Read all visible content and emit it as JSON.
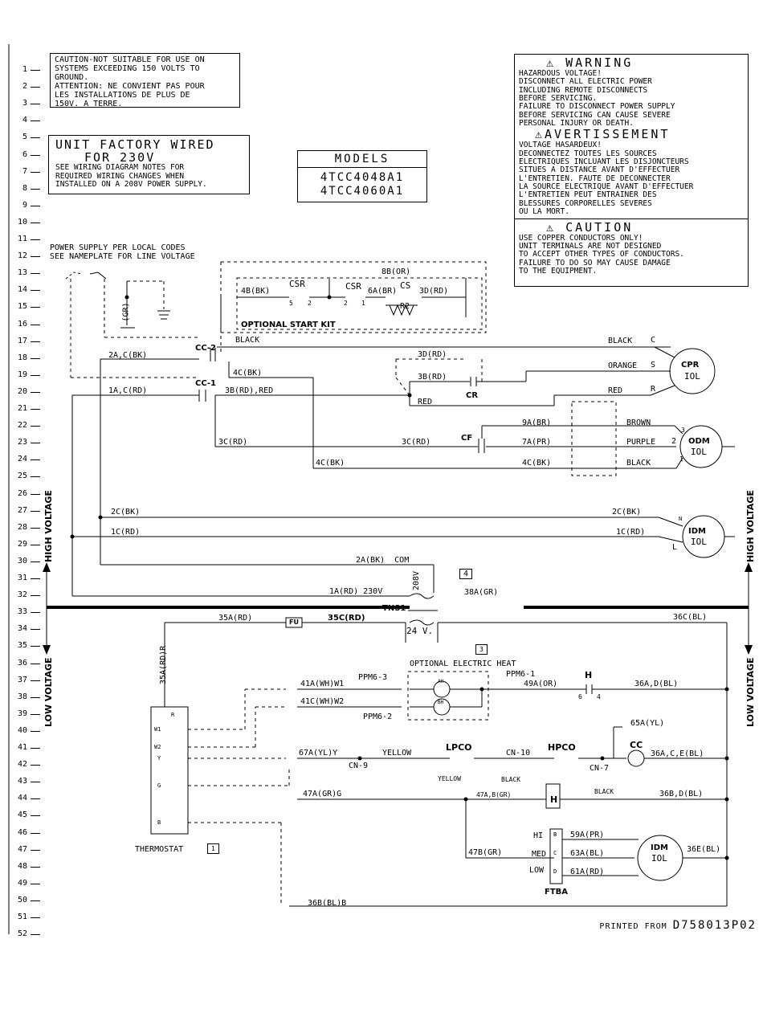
{
  "caution_box": [
    "CAUTION-NOT SUITABLE FOR USE ON",
    "SYSTEMS EXCEEDING 150 VOLTS TO",
    "GROUND.",
    "ATTENTION: NE CONVIENT PAS POUR",
    "LES INSTALLATIONS DE PLUS DE",
    "150V. A TERRE."
  ],
  "factory_wired": {
    "title1": "UNIT FACTORY WIRED",
    "title2": "FOR 230V",
    "notes": [
      "SEE WIRING DIAGRAM NOTES FOR",
      "REQUIRED WIRING CHANGES WHEN",
      "INSTALLED ON A 208V POWER SUPPLY."
    ]
  },
  "models": {
    "header": "MODELS",
    "items": [
      "4TCC4048A1",
      "4TCC4060A1"
    ]
  },
  "warning_box": {
    "warning_title": "WARNING",
    "warning_lines": [
      "HAZARDOUS VOLTAGE!",
      "DISCONNECT ALL ELECTRIC POWER",
      "INCLUDING REMOTE DISCONNECTS",
      "BEFORE SERVICING.",
      "FAILURE TO DISCONNECT POWER SUPPLY",
      "BEFORE SERVICING CAN CAUSE SEVERE",
      "PERSONAL INJURY OR DEATH."
    ],
    "avertissement_title": "AVERTISSEMENT",
    "avertissement_lines": [
      "VOLTAGE HASARDEUX!",
      "DECONNECTEZ TOUTES LES SOURCES",
      "ELECTRIQUES INCLUANT LES DISJONCTEURS",
      "SITUES A DISTANCE AVANT D'EFFECTUER",
      "L'ENTRETIEN. FAUTE DE DECONNECTER",
      "LA SOURCE ELECTRIQUE AVANT D'EFFECTUER",
      "L'ENTRETIEN PEUT ENTRAINER DES",
      "BLESSURES CORPORELLES SEVERES",
      "OU LA MORT."
    ],
    "caution_title": "CAUTION",
    "caution_lines": [
      "USE COPPER CONDUCTORS ONLY!",
      "UNIT TERMINALS ARE NOT DESIGNED",
      "TO ACCEPT OTHER TYPES OF CONDUCTORS.",
      "FAILURE TO DO SO MAY CAUSE DAMAGE",
      "TO THE EQUIPMENT."
    ]
  },
  "row_numbers": [
    "1",
    "2",
    "3",
    "4",
    "5",
    "6",
    "7",
    "8",
    "9",
    "10",
    "11",
    "12",
    "13",
    "14",
    "15",
    "16",
    "17",
    "18",
    "19",
    "20",
    "21",
    "22",
    "23",
    "24",
    "25",
    "26",
    "27",
    "28",
    "29",
    "30",
    "31",
    "32",
    "33",
    "34",
    "35",
    "36",
    "37",
    "38",
    "39",
    "40",
    "41",
    "42",
    "43",
    "44",
    "45",
    "46",
    "47",
    "48",
    "49",
    "50",
    "51",
    "52"
  ],
  "side_labels": {
    "high_voltage": "HIGH VOLTAGE",
    "low_voltage": "LOW VOLTAGE"
  },
  "labels": {
    "power_supply1": "POWER SUPPLY PER LOCAL CODES",
    "power_supply2": "SEE NAMEPLATE FOR LINE VOLTAGE",
    "gr": "(GR)",
    "wire_8b": "8B(OR)",
    "wire_4b": "4B(BK)",
    "csr1": "CSR",
    "csr1_5": "5",
    "csr1_2": "2",
    "csr2": "CSR",
    "csr2_2": "2",
    "csr2_1": "1",
    "cs": "CS",
    "wire_6a": "6A(BR)",
    "wire_3d": "3D(RD)",
    "r2": "R2",
    "optional_start_kit": "OPTIONAL START KIT",
    "cc2": "CC-2",
    "cc1": "CC-1",
    "black_top": "BLACK",
    "wire_2ac": "2A,C(BK)",
    "wire_4c_a": "4C(BK)",
    "wire_1ac": "1A,C(RD)",
    "wire_3b_red": "3B(RD),RED",
    "wire_3d_2": "3D(RD)",
    "wire_3b": "3B(RD)",
    "cr": "CR",
    "red_cr": "RED",
    "cpr_black": "BLACK",
    "cpr_c": "C",
    "cpr_orange": "ORANGE",
    "cpr_s": "S",
    "cpr_red": "RED",
    "cpr_r": "R",
    "cpr": "CPR",
    "cpr_iol": "IOL",
    "wire_9a": "9A(BR)",
    "wire_7a": "7A(PR)",
    "wire_3c_a": "3C(RD)",
    "wire_3c_b": "3C(RD)",
    "cf": "CF",
    "wire_4c_b": "4C(BK)",
    "wire_4c_c": "4C(BK)",
    "odm_brown": "BROWN",
    "odm_purple": "PURPLE",
    "odm_2": "2",
    "odm_3": "3",
    "odm_1": "1",
    "odm_black": "BLACK",
    "odm": "ODM",
    "odm_iol": "IOL",
    "wire_2c_a": "2C(BK)",
    "wire_2c_b": "2C(BK)",
    "wire_1c_a": "1C(RD)",
    "wire_1c_b": "1C(RD)",
    "idm_n": "N",
    "idm_l": "L",
    "idm": "IDM",
    "idm_iol": "IOL",
    "wire_2a_com": "2A(BK)  COM",
    "wire_1a_230": "1A(RD) 230V",
    "v208": "208V",
    "tns1": "TNS1",
    "note4": "4",
    "wire_38a": "38A(GR)",
    "wire_35a": "35A(RD)",
    "fu": "FU",
    "wire_35c": "35C(RD)",
    "v24": "24 V.",
    "wire_36c": "36C(BL)",
    "note3": "3",
    "wire_35a_r": "35A(RD)R",
    "optional_heat": "OPTIONAL ELECTRIC HEAT",
    "ppm63": "PPM6-3",
    "ppm61": "PPM6-1",
    "ppm62": "PPM6-2",
    "h_top": "H",
    "h_6": "6",
    "h_4": "4",
    "wire_41a": "41A(WH)W1",
    "wire_41c": "41C(WH)W2",
    "ah": "AH",
    "bh": "BH",
    "wire_49a": "49A(OR)",
    "wire_36ad": "36A,D(BL)",
    "wire_65a": "65A(YL)",
    "cc": "CC",
    "wire_67a": "67A(YL)Y",
    "yellow": "YELLOW",
    "cn9": "CN-9",
    "lpco": "LPCO",
    "cn10": "CN-10",
    "hpco": "HPCO",
    "cn7": "CN-7",
    "wire_36ace": "36A,C,E(BL)",
    "yellow2": "YELLOW",
    "black_lp": "BLACK",
    "black_hp": "BLACK",
    "wire_47a": "47A(GR)G",
    "wire_47ab": "47A,B(GR)",
    "h_mid": "H",
    "wire_36bd": "36B,D(BL)",
    "t_r": "R",
    "t_w1": "W1",
    "t_w2": "W2",
    "t_y": "Y",
    "t_g": "G",
    "t_b": "B",
    "thermostat": "THERMOSTAT",
    "note1": "1",
    "hi": "HI",
    "med": "MED",
    "low": "LOW",
    "ftba_b": "B",
    "ftba_c": "C",
    "ftba_d": "D",
    "wire_59a": "59A(PR)",
    "wire_63a": "63A(BL)",
    "wire_61a": "61A(RD)",
    "wire_47b": "47B(GR)",
    "idm2": "IDM",
    "idm2_iol": "IOL",
    "wire_36e": "36E(BL)",
    "ftba": "FTBA",
    "wire_36b": "36B(BL)B"
  },
  "footer": {
    "printed_from": "PRINTED FROM",
    "code": "D758013P02"
  }
}
